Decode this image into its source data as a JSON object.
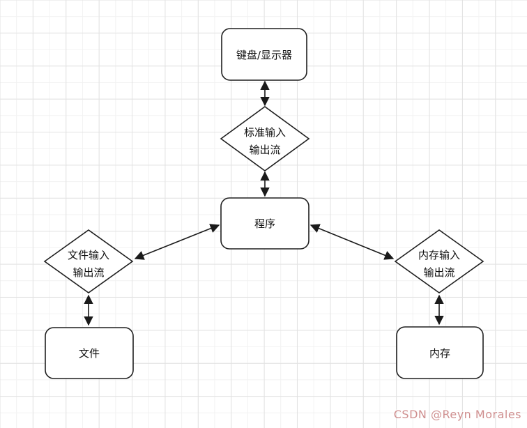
{
  "colors": {
    "canvas_bg": "#ffffff",
    "grid_minor": "#f2f2f2",
    "grid_major": "#e2e2e2",
    "shape_fill": "#ffffff",
    "shape_border": "#1f1f1f",
    "connector": "#1a1a1a",
    "label_text": "#111111",
    "watermark": "#cf8f8f"
  },
  "nodes": {
    "keyboard_display": {
      "label": "键盘/显示器"
    },
    "standard_io_stream": {
      "label_line1": "标准输入",
      "label_line2": "输出流"
    },
    "program": {
      "label": "程序"
    },
    "file_io_stream": {
      "label_line1": "文件输入",
      "label_line2": "输出流"
    },
    "memory_io_stream": {
      "label_line1": "内存输入",
      "label_line2": "输出流"
    },
    "file": {
      "label": "文件"
    },
    "memory": {
      "label": "内存"
    }
  },
  "watermark": {
    "text": "CSDN @Reyn Morales"
  }
}
